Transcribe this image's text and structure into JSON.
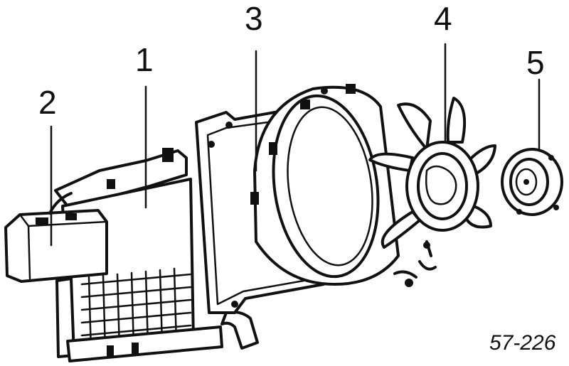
{
  "callouts": [
    {
      "id": "1",
      "text": "1"
    },
    {
      "id": "2",
      "text": "2"
    },
    {
      "id": "3",
      "text": "3"
    },
    {
      "id": "4",
      "text": "4"
    },
    {
      "id": "5",
      "text": "5"
    }
  ],
  "figure_ref": "57-226",
  "colors": {
    "ink": "#111111",
    "paper": "#ffffff"
  }
}
